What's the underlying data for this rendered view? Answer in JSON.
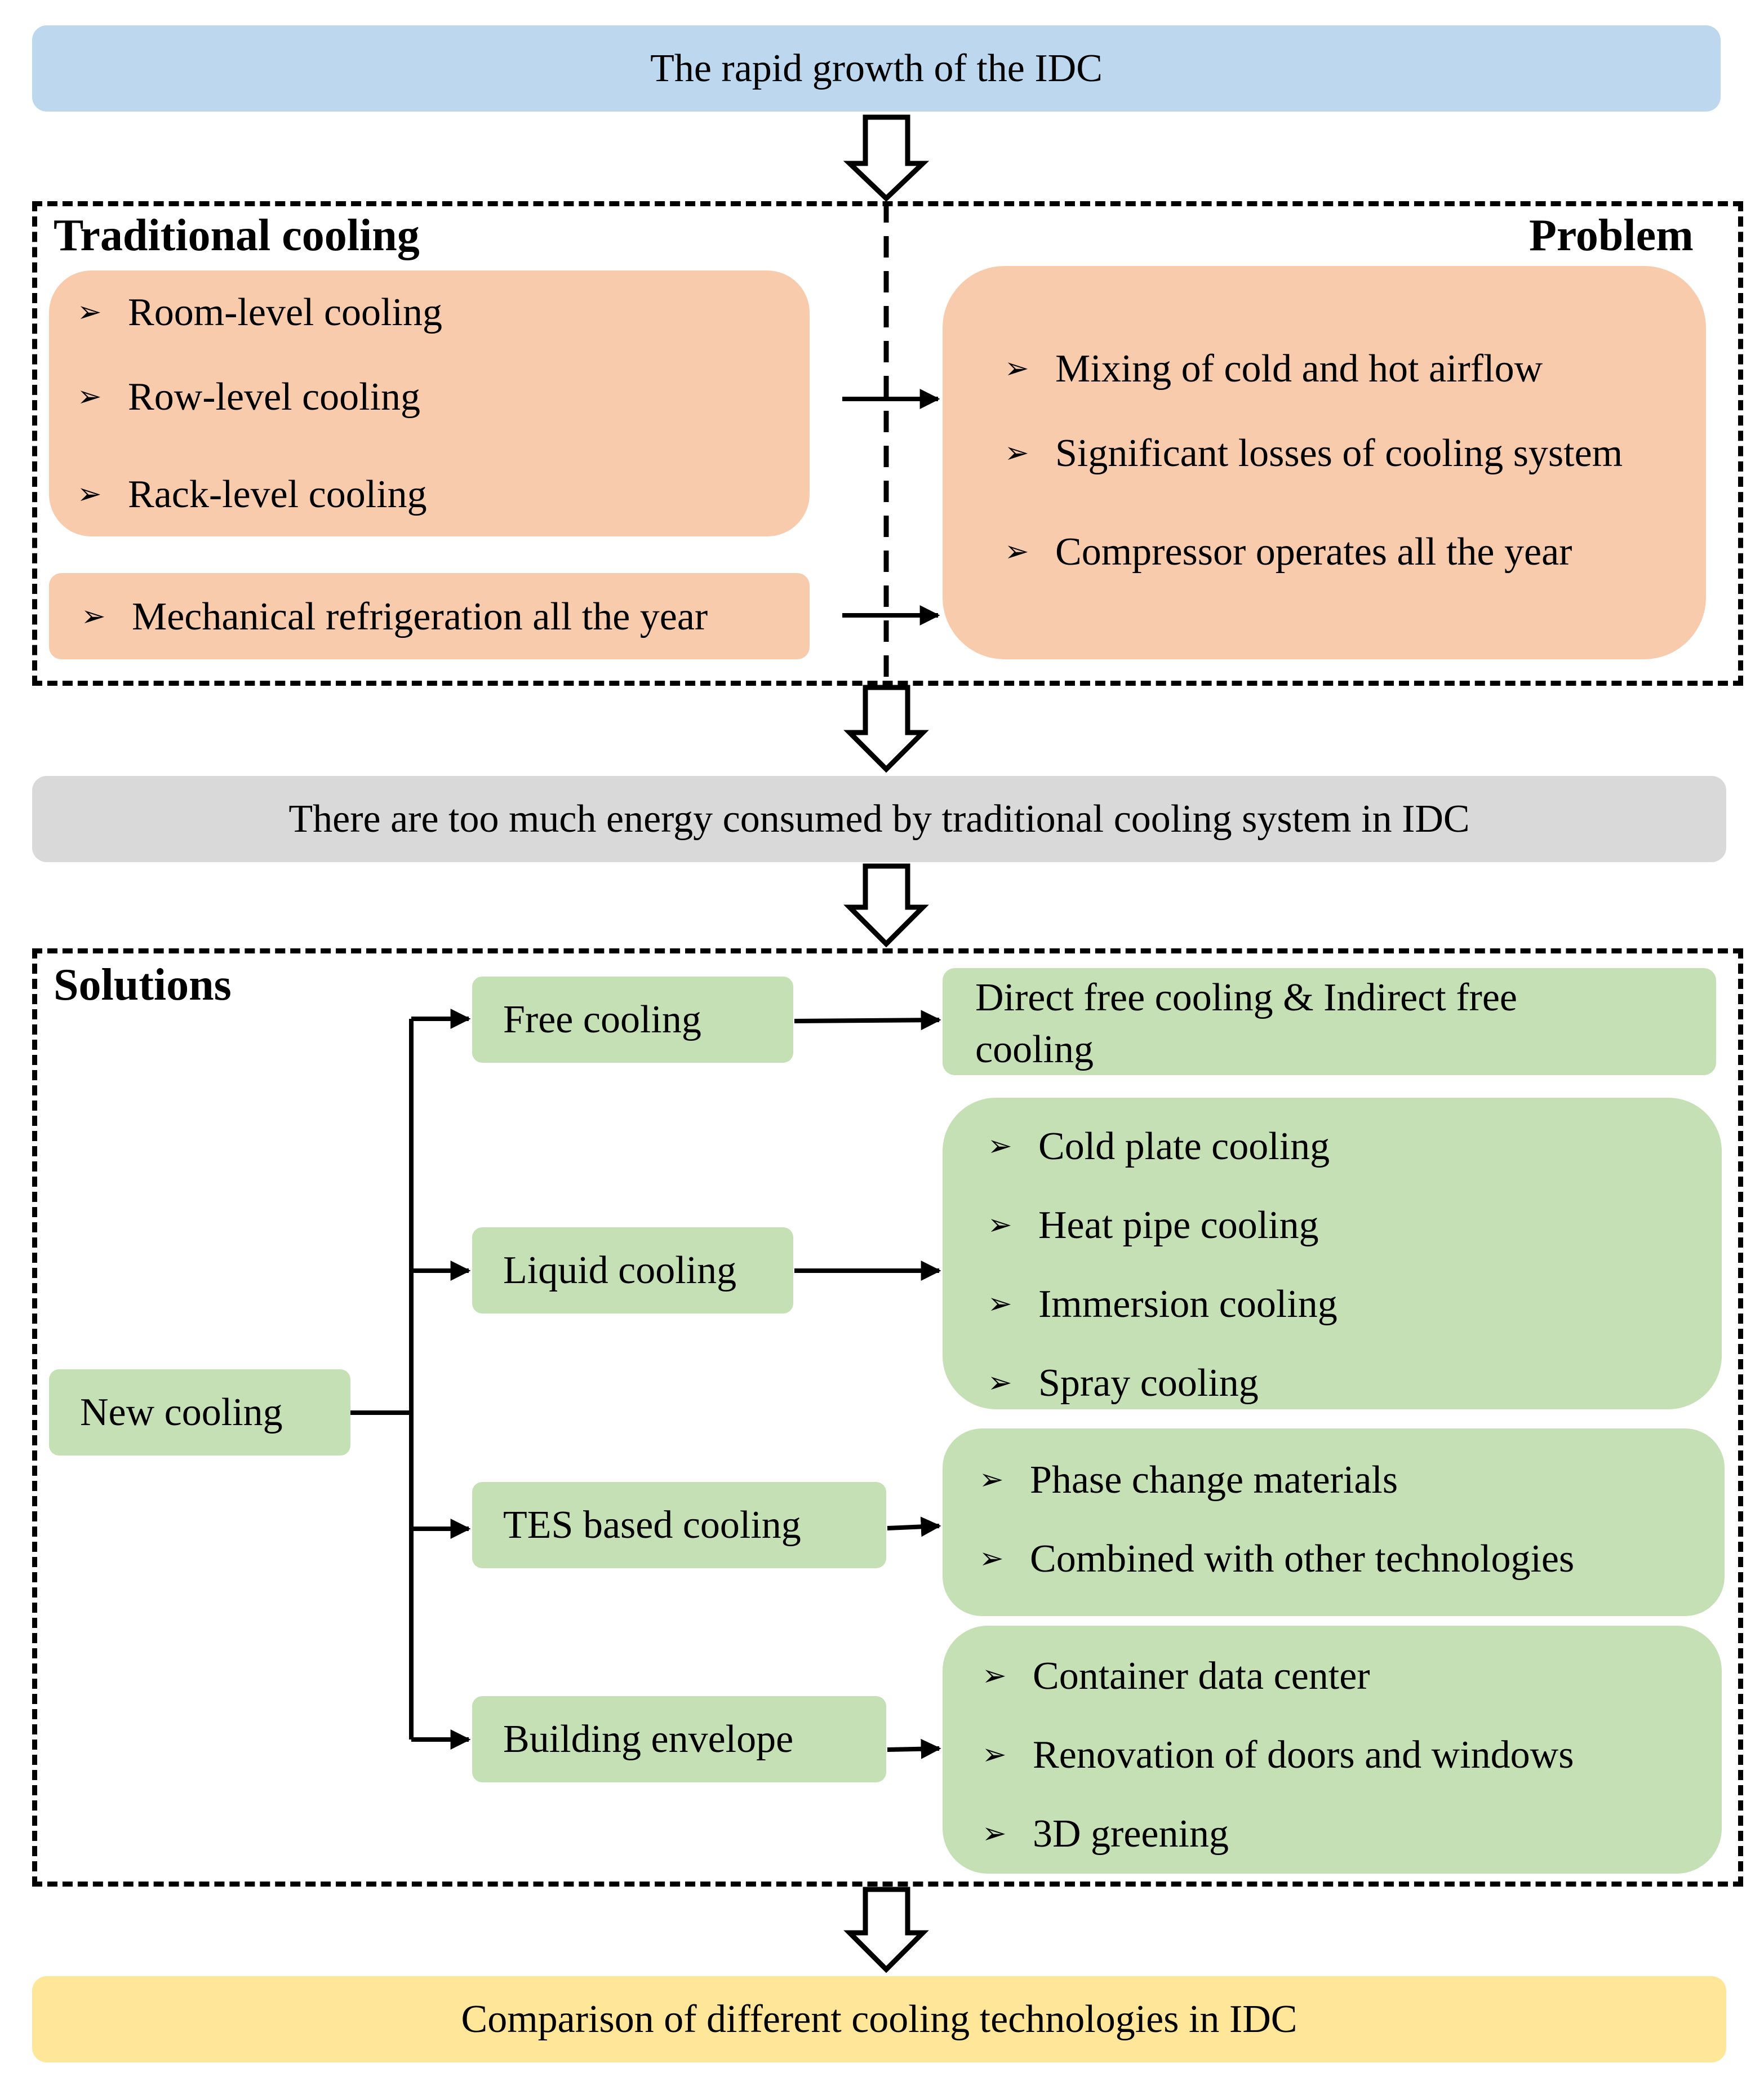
{
  "top_banner": "The rapid growth of the IDC",
  "middle_banner": "There are too much energy consumed by traditional cooling system in IDC",
  "bottom_banner": "Comparison of different cooling technologies in IDC",
  "traditional": {
    "heading": "Traditional cooling",
    "levels": [
      "Room-level cooling",
      "Row-level cooling",
      "Rack-level cooling"
    ],
    "mechanical": "Mechanical refrigeration all the year"
  },
  "problem": {
    "heading": "Problem",
    "items": [
      "Mixing of cold and hot airflow",
      "Significant losses of cooling system",
      "Compressor operates all the year"
    ]
  },
  "solutions": {
    "heading": "Solutions",
    "root": "New cooling",
    "branches": [
      {
        "label": "Free cooling",
        "details_line1": "Direct free cooling & Indirect free",
        "details_line2": "cooling"
      },
      {
        "label": "Liquid cooling",
        "details": [
          "Cold plate cooling",
          "Heat pipe cooling",
          "Immersion cooling",
          "Spray cooling"
        ]
      },
      {
        "label": "TES based cooling",
        "details": [
          "Phase change materials",
          "Combined with other technologies"
        ]
      },
      {
        "label": "Building envelope",
        "details": [
          "Container data center",
          "Renovation of doors and windows",
          "3D greening"
        ]
      }
    ]
  },
  "bullet_symbol": "➢",
  "colors": {
    "blue": "#bdd7ee",
    "gray": "#d9d9d9",
    "yellow": "#ffe699",
    "orange": "#f8cbad",
    "green": "#c5e0b4"
  }
}
